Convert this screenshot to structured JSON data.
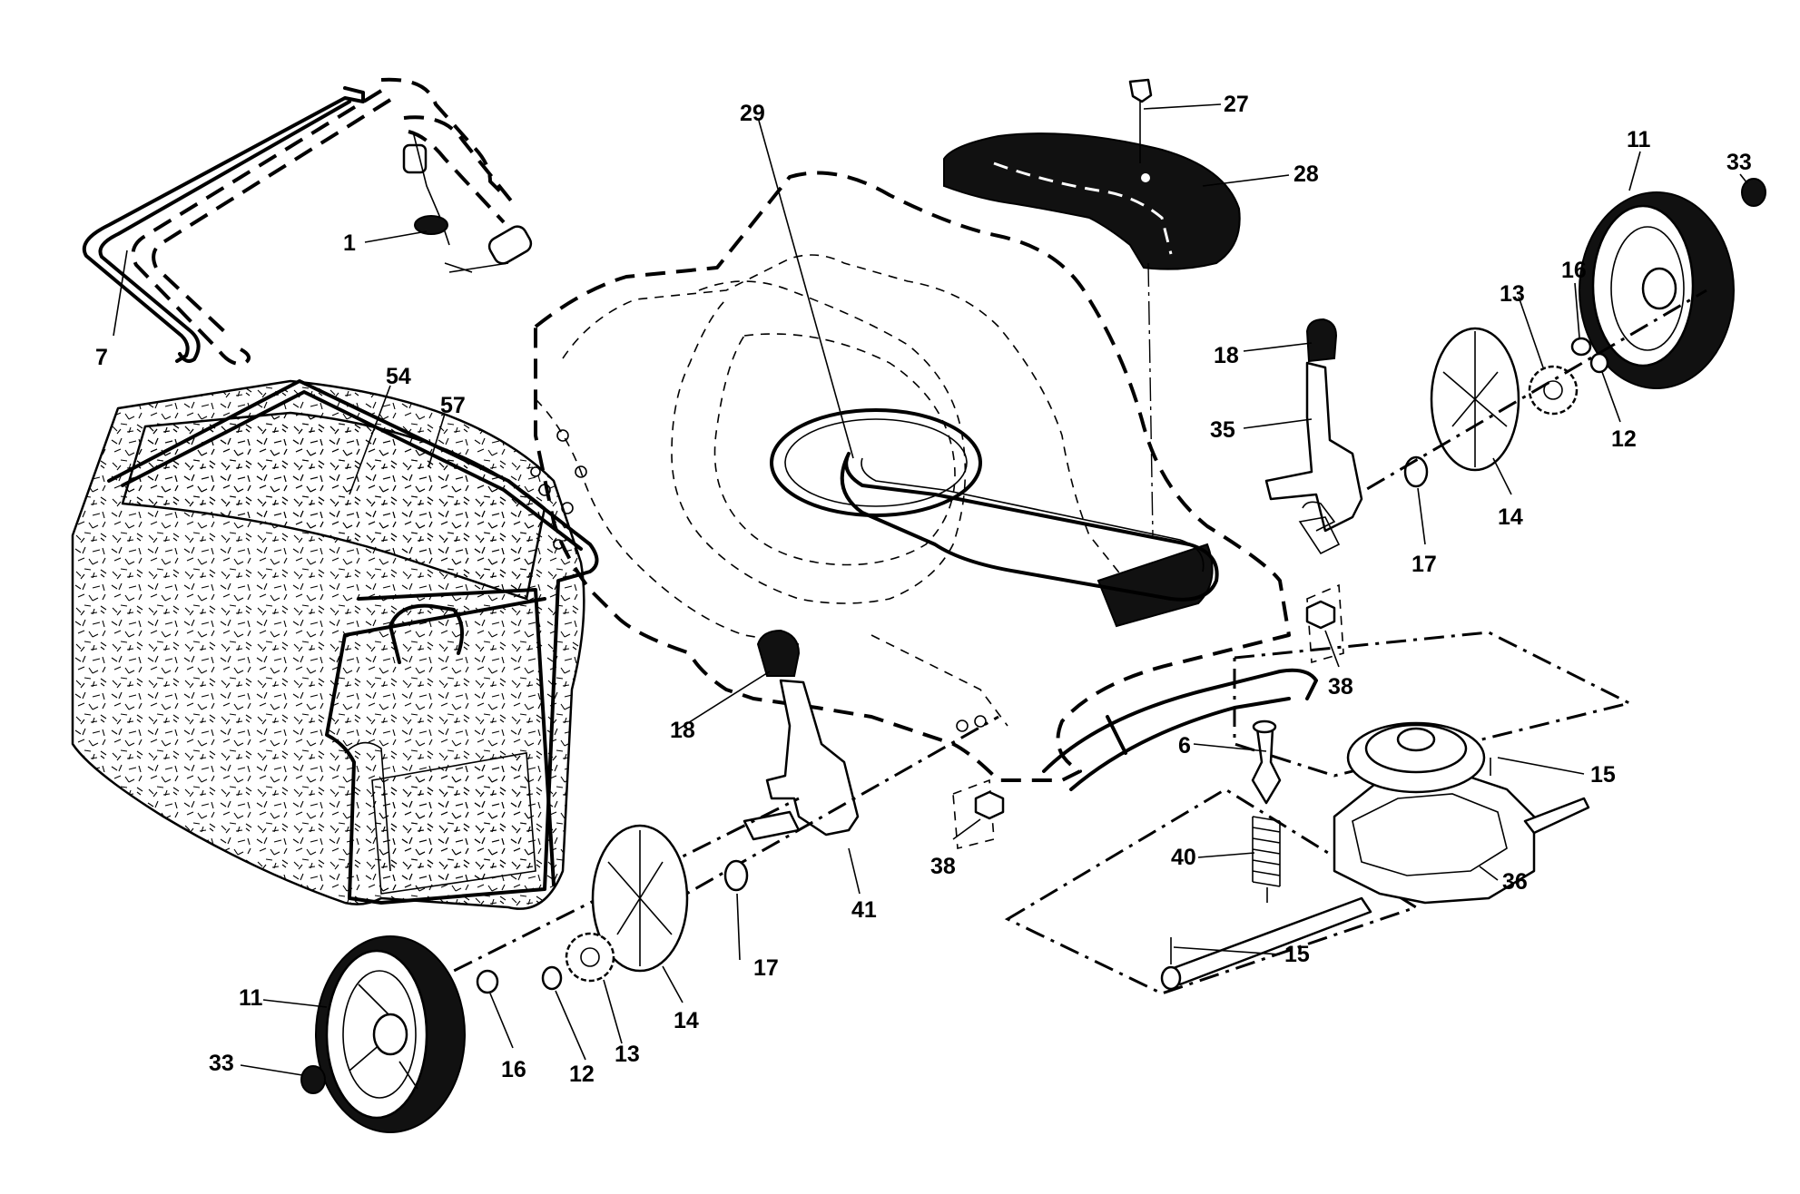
{
  "callouts": {
    "c1": "1",
    "c7": "7",
    "c54": "54",
    "c57": "57",
    "c29": "29",
    "c27": "27",
    "c28": "28",
    "c11a": "11",
    "c33a": "33",
    "c16a": "16",
    "c13a": "13",
    "c18a": "18",
    "c35": "35",
    "c12a": "12",
    "c14a": "14",
    "c17a": "17",
    "c38a": "38",
    "c6": "6",
    "c15a": "15",
    "c40": "40",
    "c36": "36",
    "c15b": "15",
    "c18b": "18",
    "c38b": "38",
    "c41": "41",
    "c17b": "17",
    "c14b": "14",
    "c13b": "13",
    "c12b": "12",
    "c16b": "16",
    "c11b": "11",
    "c33b": "33"
  }
}
